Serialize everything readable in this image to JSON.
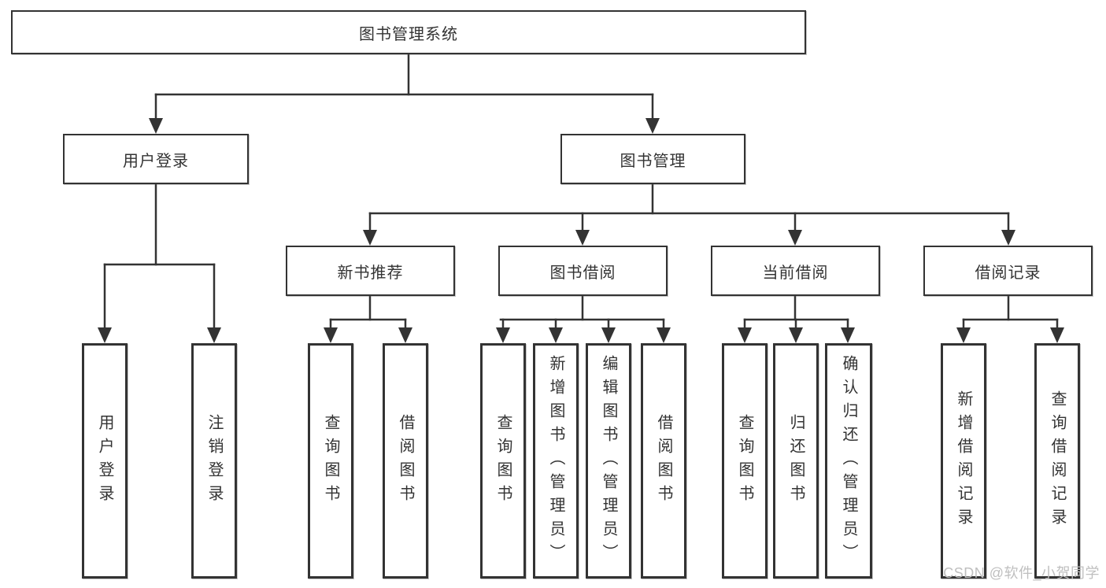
{
  "colors": {
    "line": "#333333",
    "text": "#333333",
    "box_background": "#ffffff",
    "watermark": "#bfbfbf"
  },
  "diagram": {
    "root": {
      "label": "图书管理系统"
    },
    "branches": [
      {
        "label": "用户登录",
        "children": [
          "用户登录",
          "注销登录"
        ]
      },
      {
        "label": "图书管理",
        "sections": [
          {
            "label": "新书推荐",
            "children": [
              "查询图书",
              "借阅图书"
            ]
          },
          {
            "label": "图书借阅",
            "children": [
              "查询图书",
              "新增图书（管理员）",
              "编辑图书（管理员）",
              "借阅图书"
            ]
          },
          {
            "label": "当前借阅",
            "children": [
              "查询图书",
              "归还图书",
              "确认归还（管理员）"
            ]
          },
          {
            "label": "借阅记录",
            "children": [
              "新增借阅记录",
              "查询借阅记录"
            ]
          }
        ]
      }
    ]
  },
  "watermark": {
    "text": "CSDN @软件_小贺同学"
  }
}
